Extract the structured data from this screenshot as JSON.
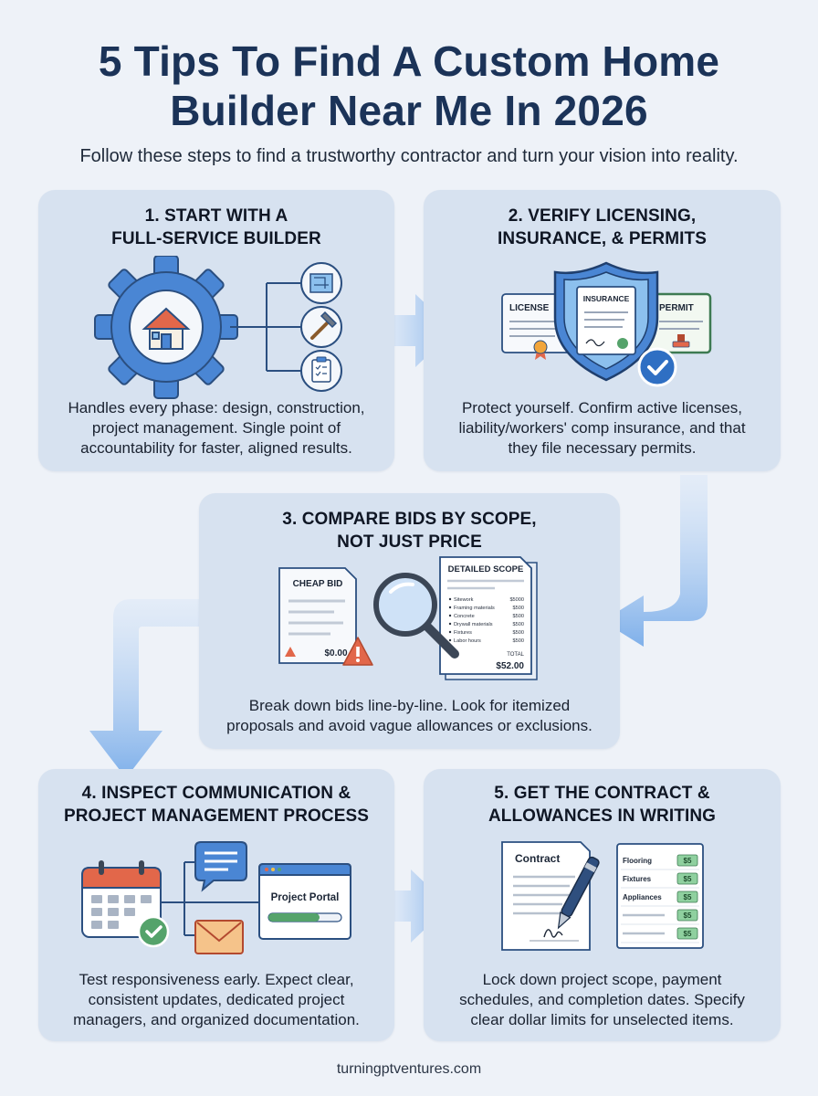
{
  "header": {
    "title_line1": "5 Tips To Find A Custom Home",
    "title_line2": "Builder Near Me In 2026",
    "subtitle": "Follow these steps to find a trustworthy contractor and turn your vision into reality."
  },
  "steps": [
    {
      "title_line1": "1. START WITH A",
      "title_line2": "FULL-SERVICE BUILDER",
      "desc_lines": [
        "Handles every phase: design, construction,",
        "project management. Single point of",
        "accountability for faster, aligned results."
      ],
      "icons": [
        "gear-icon",
        "house-icon",
        "blueprint-icon",
        "hammer-icon",
        "clipboard-icon"
      ]
    },
    {
      "title_line1": "2. VERIFY LICENSING,",
      "title_line2": "INSURANCE, & PERMITS",
      "desc_lines": [
        "Protect yourself. Confirm active licenses,",
        "liability/workers' comp insurance, and that",
        "they file necessary permits."
      ],
      "doc_labels": {
        "license": "LICENSE",
        "insurance": "INSURANCE",
        "permit": "PERMIT"
      },
      "icons": [
        "shield-icon",
        "checkmark-icon",
        "seal-icon",
        "stamp-icon"
      ]
    },
    {
      "title_line1": "3. COMPARE BIDS BY SCOPE,",
      "title_line2": "NOT JUST PRICE",
      "desc_lines": [
        "Break down bids line-by-line. Look for itemized",
        "proposals and avoid vague allowances or exclusions."
      ],
      "cheap_bid": {
        "label": "CHEAP BID",
        "amount": "$0.00"
      },
      "detailed_scope": {
        "label": "DETAILED SCOPE",
        "items": [
          {
            "name": "Sitework",
            "value": "$5000"
          },
          {
            "name": "Framing materials",
            "value": "$500"
          },
          {
            "name": "Concrete",
            "value": "$500"
          },
          {
            "name": "Drywall materials",
            "value": "$500"
          },
          {
            "name": "Fixtures",
            "value": "$500"
          },
          {
            "name": "Labor hours",
            "value": "$500"
          }
        ],
        "total_label": "TOTAL",
        "total": "$52.00"
      },
      "icons": [
        "warning-icon",
        "magnifier-icon"
      ]
    },
    {
      "title_line1": "4. INSPECT COMMUNICATION &",
      "title_line2": "PROJECT MANAGEMENT PROCESS",
      "desc_lines": [
        "Test responsiveness early. Expect clear,",
        "consistent updates, dedicated project",
        "managers, and organized documentation."
      ],
      "portal_label": "Project Portal",
      "portal_progress": 0.7,
      "icons": [
        "calendar-icon",
        "chat-icon",
        "envelope-icon",
        "checkmark-icon"
      ]
    },
    {
      "title_line1": "5. GET THE CONTRACT &",
      "title_line2": "ALLOWANCES IN WRITING",
      "desc_lines": [
        "Lock down project scope, payment",
        "schedules, and completion dates. Specify",
        "clear dollar limits for unselected items."
      ],
      "contract_label": "Contract",
      "allowances": [
        {
          "name": "Flooring",
          "value": "$5"
        },
        {
          "name": "Fixtures",
          "value": "$5"
        },
        {
          "name": "Appliances",
          "value": "$5"
        },
        {
          "name": "",
          "value": "$5"
        },
        {
          "name": "",
          "value": "$5"
        }
      ],
      "icons": [
        "pen-icon"
      ]
    }
  ],
  "footer": {
    "text": "turningptventures.com"
  },
  "colors": {
    "title": "#1b3358",
    "card": "#d7e2f0",
    "accent_blue": "#4a86d4",
    "arrow_blue": "#7fb0ea",
    "green": "#55a36b",
    "orange": "#e2674a"
  }
}
